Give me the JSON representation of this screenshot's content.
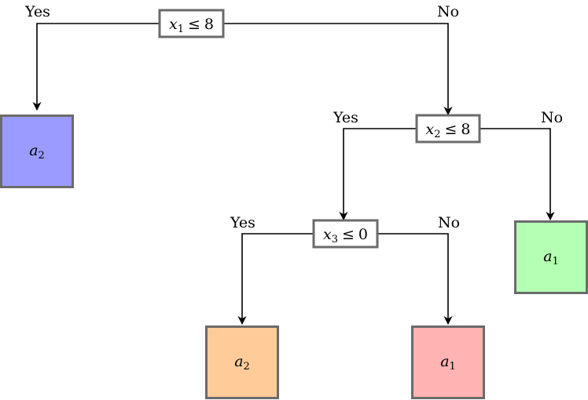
{
  "nodes": {
    "n1": {
      "var": "x",
      "sub": "1",
      "op": "≤",
      "threshold": "8",
      "yes": "Yes",
      "no": "No"
    },
    "n2": {
      "var": "x",
      "sub": "2",
      "op": "≤",
      "threshold": "8",
      "yes": "Yes",
      "no": "No"
    },
    "n3": {
      "var": "x",
      "sub": "3",
      "op": "≤",
      "threshold": "0",
      "yes": "Yes",
      "no": "No"
    }
  },
  "leaves": {
    "l1": {
      "var": "a",
      "sub": "2",
      "color": "#9b9bff"
    },
    "l2": {
      "var": "a",
      "sub": "1",
      "color": "#b3ffb3"
    },
    "l3": {
      "var": "a",
      "sub": "2",
      "color": "#ffcc99"
    },
    "l4": {
      "var": "a",
      "sub": "1",
      "color": "#ffb3b3"
    }
  },
  "colors": {
    "edge": "#000000",
    "border": "#6b6b6b"
  }
}
